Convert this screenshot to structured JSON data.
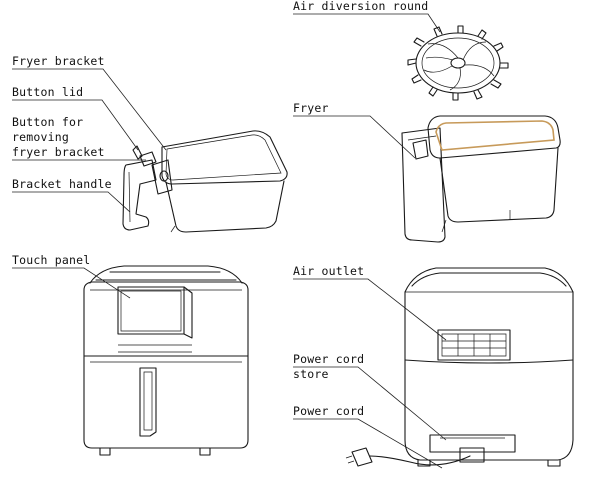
{
  "labels": {
    "air_diversion_round": "Air diversion round",
    "fryer_bracket": "Fryer bracket",
    "button_lid": "Button lid",
    "button_removing_line1": "Button for",
    "button_removing_line2": "removing",
    "button_removing_line3": "fryer bracket",
    "bracket_handle": "Bracket handle",
    "fryer": "Fryer",
    "touch_panel": "Touch panel",
    "air_outlet": "Air outlet",
    "power_cord_store_line1": "Power cord",
    "power_cord_store_line2": "store",
    "power_cord": "Power cord"
  }
}
